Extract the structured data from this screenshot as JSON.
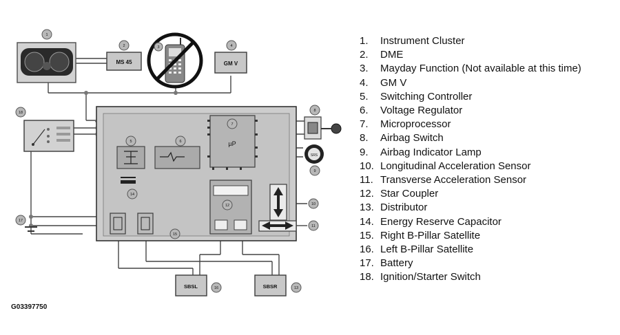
{
  "figure_id": "G03397750",
  "legend": [
    {
      "num": "1.",
      "label": "Instrument Cluster"
    },
    {
      "num": "2.",
      "label": "DME"
    },
    {
      "num": "3.",
      "label": "Mayday Function (Not available at this time)"
    },
    {
      "num": "4.",
      "label": "GM V"
    },
    {
      "num": "5.",
      "label": "Switching Controller"
    },
    {
      "num": "6.",
      "label": "Voltage Regulator"
    },
    {
      "num": "7.",
      "label": "Microprocessor"
    },
    {
      "num": "8.",
      "label": "Airbag Switch"
    },
    {
      "num": "9.",
      "label": "Airbag Indicator Lamp"
    },
    {
      "num": "10.",
      "label": "Longitudinal Acceleration Sensor"
    },
    {
      "num": "11.",
      "label": "Transverse Acceleration Sensor"
    },
    {
      "num": "12.",
      "label": "Star Coupler"
    },
    {
      "num": "13.",
      "label": "Distributor"
    },
    {
      "num": "14.",
      "label": "Energy Reserve Capacitor"
    },
    {
      "num": "15.",
      "label": "Right B-Pillar Satellite"
    },
    {
      "num": "16.",
      "label": "Left B-Pillar Satellite"
    },
    {
      "num": "17.",
      "label": "Battery"
    },
    {
      "num": "18.",
      "label": "Ignition/Starter Switch"
    }
  ],
  "diagram": {
    "box_labels": {
      "dme": "MS 45",
      "gmv": "GM V",
      "micro": "µP",
      "sbsl": "SBSL",
      "sbsr": "SBSR",
      "lamp": "SRS"
    },
    "callouts": {
      "c1": "1",
      "c2": "2",
      "c3": "3",
      "c4": "4",
      "c5": "5",
      "c6": "6",
      "c7": "7",
      "c8": "8",
      "c9": "9",
      "c10": "10",
      "c11": "11",
      "c12": "12",
      "c13": "13",
      "c14": "14",
      "c15": "15",
      "c16": "16",
      "c17": "17",
      "c18": "18"
    }
  },
  "colors": {
    "module_fill": "#cfcfcf",
    "module_inner": "#bdbdbd",
    "line": "#333333",
    "callout_fill": "#b8b8b8"
  }
}
